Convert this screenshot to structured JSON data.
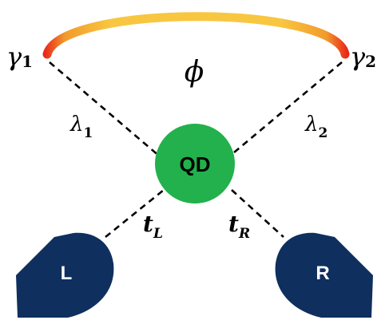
{
  "labels": {
    "gamma1": {
      "main": "γ",
      "sub": "1"
    },
    "gamma2": {
      "main": "γ",
      "sub": "2"
    },
    "phi": "ϕ",
    "lambda1": {
      "main": "λ",
      "sub": "1"
    },
    "lambda2": {
      "main": "λ",
      "sub": "2"
    },
    "tL": {
      "main": "t",
      "sub": "L"
    },
    "tR": {
      "main": "t",
      "sub": "R"
    },
    "dot": "QD",
    "left_lead": "L",
    "right_lead": "R"
  },
  "colors": {
    "arc_center": "#F8C640",
    "arc_end": "#E8261A",
    "dot_fill": "#22B14C",
    "lead_fill": "#0F2F5E",
    "line": "#000000"
  }
}
